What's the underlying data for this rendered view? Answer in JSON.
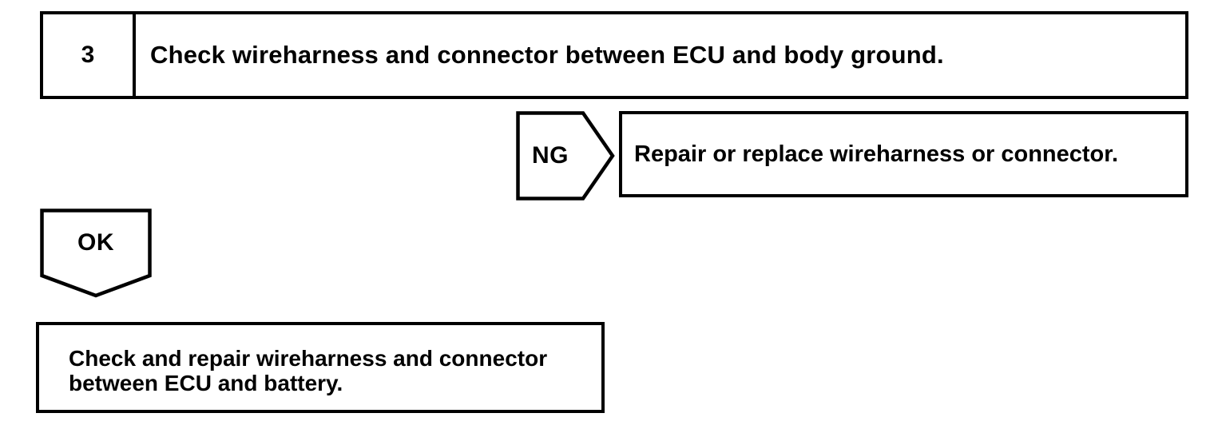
{
  "colors": {
    "ink": "#000000",
    "background": "#ffffff"
  },
  "flowchart": {
    "step_box": {
      "number": "3",
      "instruction": "Check wireharness and connector between ECU and body ground."
    },
    "ng_branch": {
      "label": "NG",
      "action": "Repair or replace wireharness or connector."
    },
    "ok_branch": {
      "label": "OK"
    },
    "result_box": {
      "line1": "Check and repair wireharness and connector",
      "line2": "between ECU and battery."
    }
  }
}
